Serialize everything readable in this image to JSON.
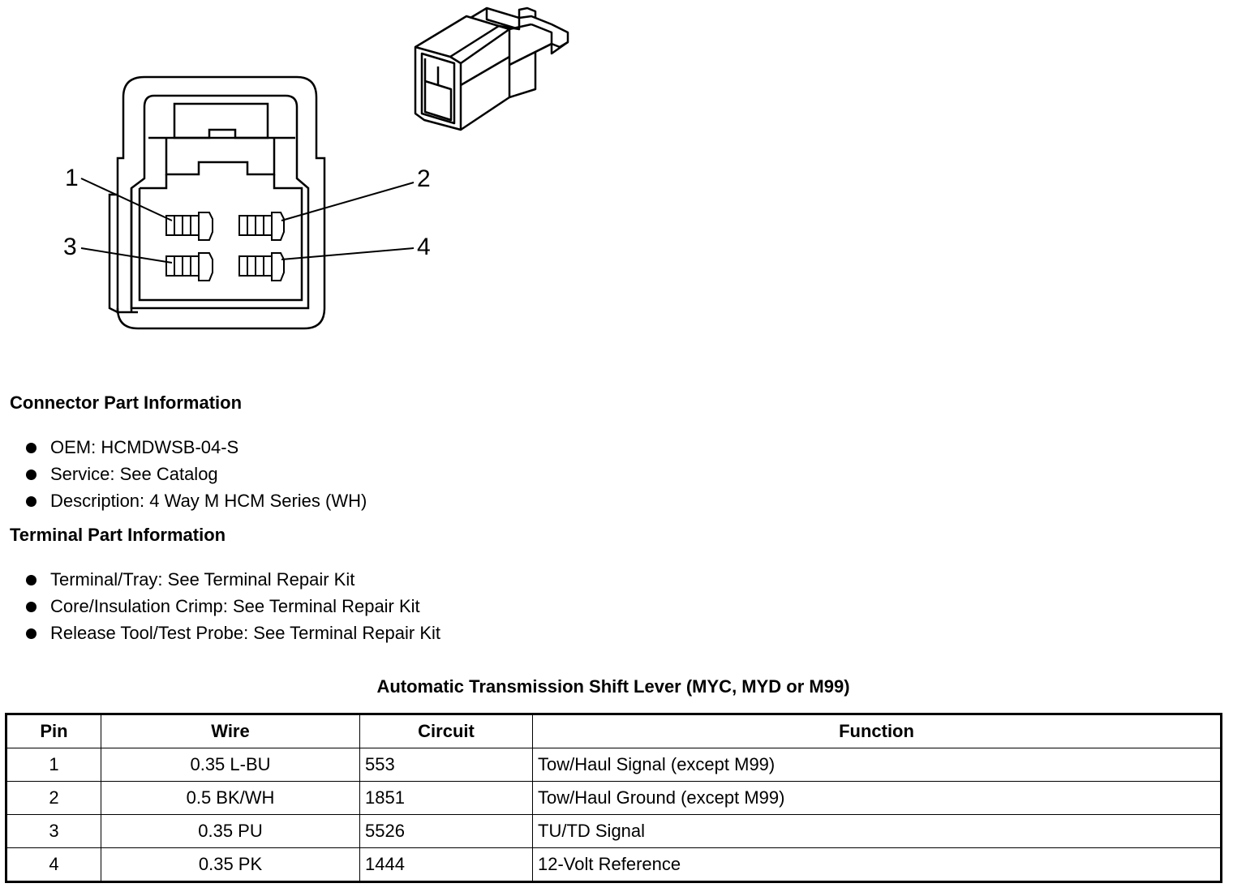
{
  "diagram": {
    "pin_labels": [
      "1",
      "2",
      "3",
      "4"
    ]
  },
  "connector_part_info": {
    "title": "Connector Part Information",
    "items": [
      "OEM: HCMDWSB-04-S",
      "Service: See Catalog",
      "Description: 4 Way M HCM Series (WH)"
    ]
  },
  "terminal_part_info": {
    "title": "Terminal Part Information",
    "items": [
      "Terminal/Tray: See Terminal Repair Kit",
      "Core/Insulation Crimp: See Terminal Repair Kit",
      "Release Tool/Test Probe: See Terminal Repair Kit"
    ]
  },
  "table": {
    "title": "Automatic Transmission Shift Lever (MYC, MYD or M99)",
    "headers": [
      "Pin",
      "Wire",
      "Circuit",
      "Function"
    ],
    "rows": [
      [
        "1",
        "0.35 L-BU",
        "553",
        "Tow/Haul Signal (except M99)"
      ],
      [
        "2",
        "0.5 BK/WH",
        "1851",
        "Tow/Haul Ground (except M99)"
      ],
      [
        "3",
        "0.35 PU",
        "5526",
        "TU/TD Signal"
      ],
      [
        "4",
        "0.35 PK",
        "1444",
        "12-Volt Reference"
      ]
    ]
  }
}
